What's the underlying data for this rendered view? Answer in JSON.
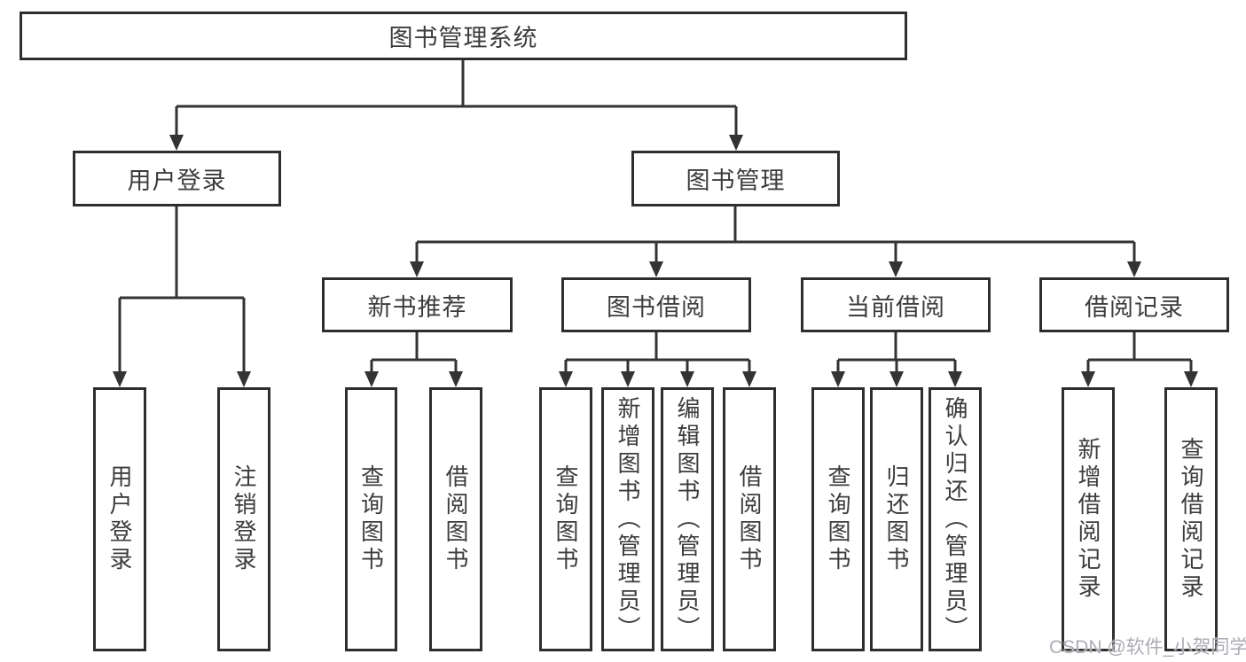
{
  "tree": {
    "label": "图书管理系统",
    "children": [
      {
        "label": "用户登录",
        "children": [
          {
            "label": "用户登录"
          },
          {
            "label": "注销登录"
          }
        ]
      },
      {
        "label": "图书管理",
        "children": [
          {
            "label": "新书推荐",
            "children": [
              {
                "label": "查询图书"
              },
              {
                "label": "借阅图书"
              }
            ]
          },
          {
            "label": "图书借阅",
            "children": [
              {
                "label": "查询图书"
              },
              {
                "label": "新增图书（管理员）"
              },
              {
                "label": "编辑图书（管理员）"
              },
              {
                "label": "借阅图书"
              }
            ]
          },
          {
            "label": "当前借阅",
            "children": [
              {
                "label": "查询图书"
              },
              {
                "label": "归还图书"
              },
              {
                "label": "确认归还（管理员）"
              }
            ]
          },
          {
            "label": "借阅记录",
            "children": [
              {
                "label": "新增借阅记录"
              },
              {
                "label": "查询借阅记录"
              }
            ]
          }
        ]
      }
    ]
  },
  "watermark": {
    "text": "CSDN @软件_小贺同学"
  },
  "colors": {
    "box_border": "#2e2e2e",
    "connector_line": "#333333",
    "text": "#3c3c3c",
    "watermark": "#abadb5",
    "background": "#ffffff"
  }
}
